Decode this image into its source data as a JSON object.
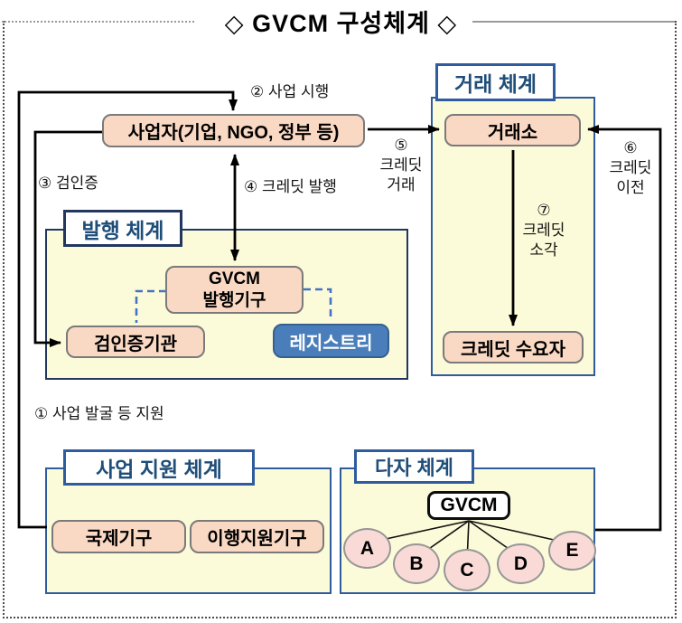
{
  "title": "◇ GVCM 구성체계 ◇",
  "operator": {
    "label": "사업자(기업, NGO, 정부 등)"
  },
  "trade_system": {
    "title": "거래 체계",
    "exchange": "거래소",
    "credit_buyer": "크레딧 수요자"
  },
  "issuance_system": {
    "title": "발행 체계",
    "issuer": "GVCM\n발행기구",
    "verifier": "검인증기관",
    "registry": "레지스트리"
  },
  "support_system": {
    "title": "사업 지원 체계",
    "intl_org": "국제기구",
    "impl_org": "이행지원기구"
  },
  "multilateral_system": {
    "title": "다자 체계",
    "hub": "GVCM",
    "members": [
      "A",
      "B",
      "C",
      "D",
      "E"
    ]
  },
  "flows": {
    "f1": "① 사업 발굴 등 지원",
    "f2": "② 사업 시행",
    "f3": "③ 검인증",
    "f4": "④ 크레딧 발행",
    "f5": "⑤\n크레딧\n거래",
    "f6": "⑥\n크레딧\n이전",
    "f7": "⑦\n크레딧\n소각"
  },
  "colors": {
    "panel_fill": "#FCFBD9",
    "panel_border_blue": "#2E5C9E",
    "panel_border_navy": "#22365E",
    "node_fill_pink": "#FAD9C4",
    "node_border_gray": "#7A7A7A",
    "registry_fill": "#4A7EBB",
    "header_text_blue": "#1F4E79",
    "member_fill": "#F9DAD6",
    "dashed_connector": "#4472C4",
    "arrow": "#000000"
  }
}
